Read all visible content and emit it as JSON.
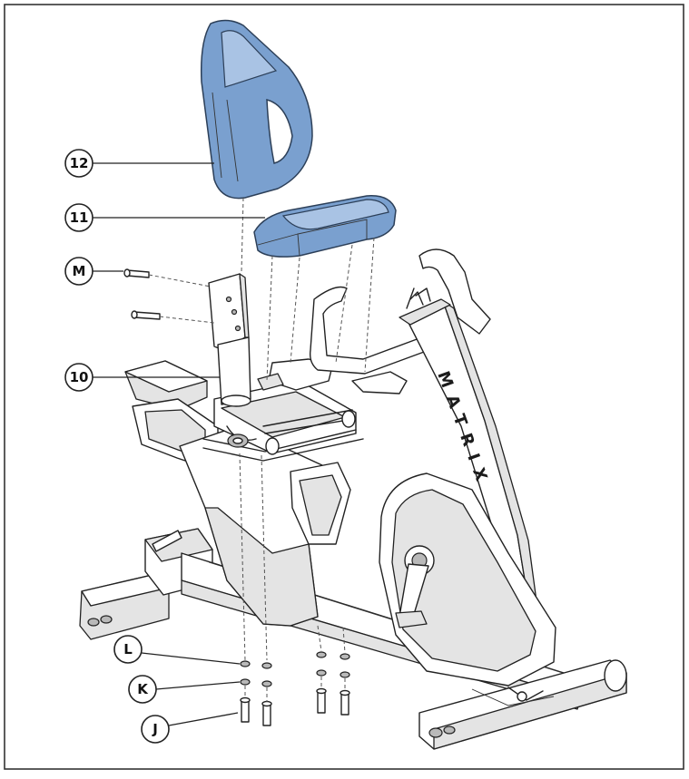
{
  "brand": {
    "text": "MATRIX"
  },
  "callouts": [
    {
      "id": "12",
      "label": "12"
    },
    {
      "id": "11",
      "label": "11"
    },
    {
      "id": "M",
      "label": "M"
    },
    {
      "id": "10",
      "label": "10"
    },
    {
      "id": "L",
      "label": "L"
    },
    {
      "id": "K",
      "label": "K"
    },
    {
      "id": "J",
      "label": "J"
    }
  ],
  "colors": {
    "highlight": "#7aa0cf",
    "line": "#222222",
    "border": "#333333"
  }
}
